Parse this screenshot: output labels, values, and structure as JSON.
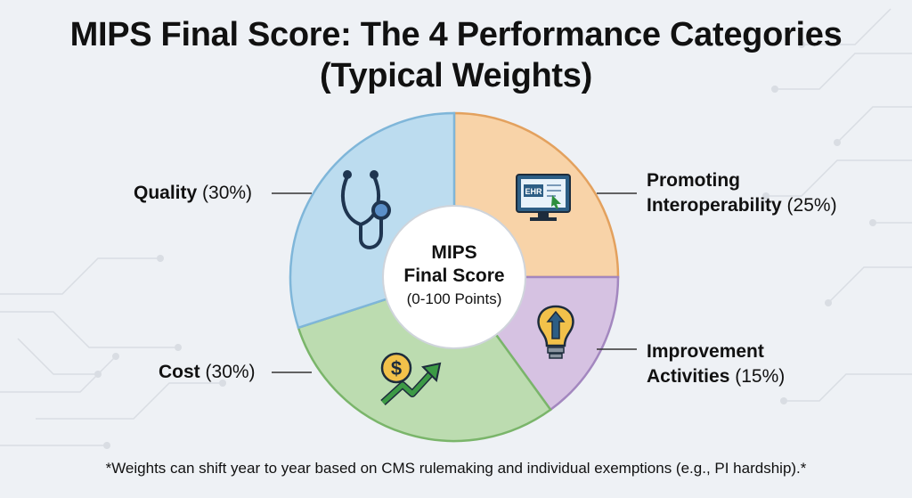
{
  "title": {
    "line1": "MIPS Final Score: The 4 Performance Categories",
    "line2": "(Typical Weights)"
  },
  "center": {
    "line1": "MIPS",
    "line2": "Final Score",
    "line3": "(0-100 Points)"
  },
  "chart_data": {
    "type": "pie",
    "title": "MIPS Final Score: The 4 Performance Categories (Typical Weights)",
    "categories": [
      "Promoting Interoperability",
      "Improvement Activities",
      "Cost",
      "Quality"
    ],
    "values": [
      25,
      15,
      30,
      30
    ],
    "unit": "%",
    "colors": [
      "#f8d3a8",
      "#d6c2e2",
      "#bcdcb0",
      "#bcdcef"
    ],
    "stroke_colors": [
      "#e3a15e",
      "#a387bf",
      "#7ab56a",
      "#7fb6d9"
    ],
    "icons": [
      "ehr-monitor-icon",
      "lightbulb-arrow-icon",
      "dollar-growth-icon",
      "stethoscope-icon"
    ]
  },
  "labels": {
    "quality": {
      "name": "Quality",
      "pct": "(30%)"
    },
    "pi": {
      "name1": "Promoting",
      "name2": "Interoperability",
      "pct": "(25%)"
    },
    "ia": {
      "name1": "Improvement",
      "name2": "Activities",
      "pct": "(15%)"
    },
    "cost": {
      "name": "Cost",
      "pct": "(30%)"
    }
  },
  "ehr_text": "EHR",
  "footnote": "*Weights can shift year to year based on CMS rulemaking and individual exemptions (e.g., PI hardship).*"
}
